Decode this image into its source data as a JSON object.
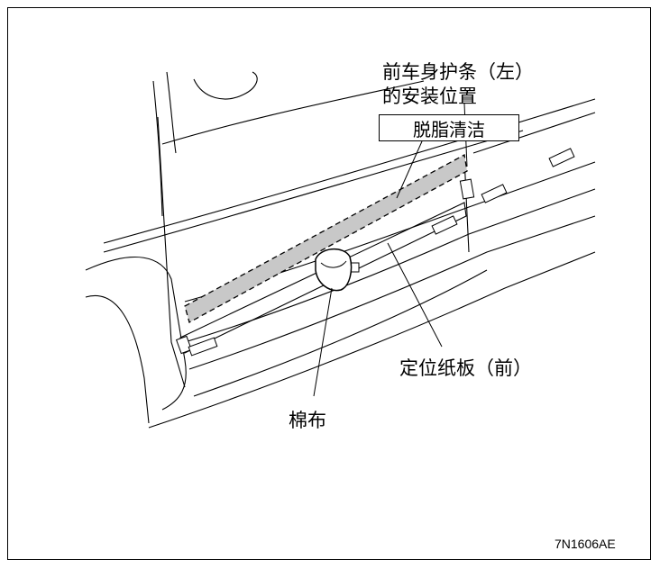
{
  "labels": {
    "molding_position_line1": "前车身护条（左）",
    "molding_position_line2": "的安装位置",
    "degrease": "脱脂清洁",
    "positioning_board": "定位纸板（前）",
    "cotton_cloth": "棉布",
    "figure_code": "7N1606AE"
  },
  "colors": {
    "degrease_area_fill": "#c8c8c8",
    "line": "#000000"
  }
}
